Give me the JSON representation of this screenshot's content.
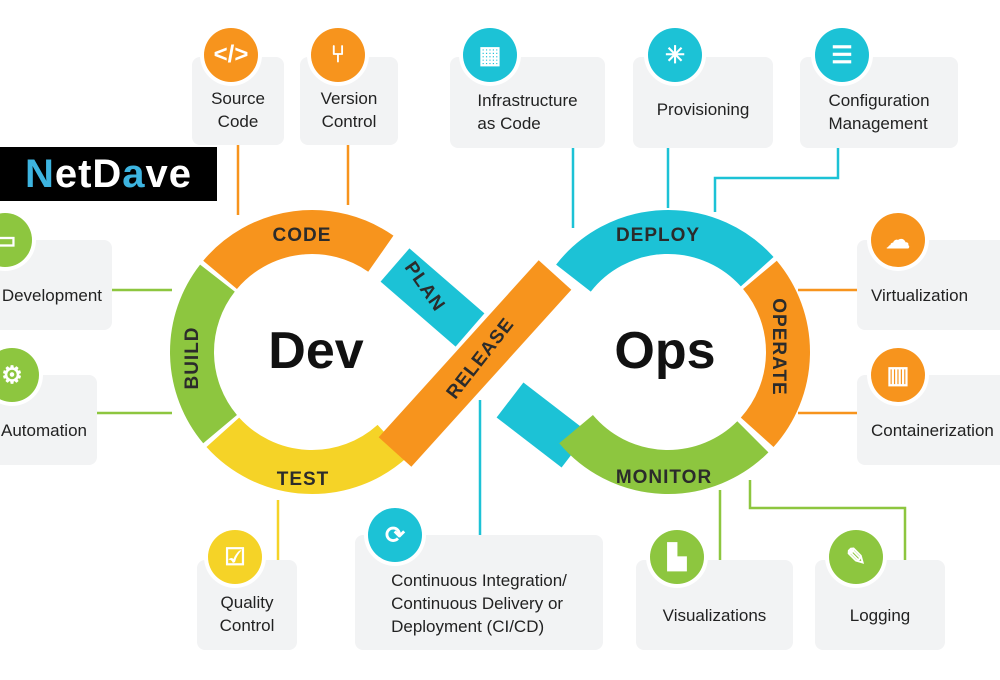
{
  "logo": {
    "text": "NetDave",
    "prefix": "N",
    "middle": "etD",
    "tv": "a",
    "suffix": "ve"
  },
  "center": {
    "dev": "Dev",
    "ops": "Ops"
  },
  "stages": {
    "code": "CODE",
    "build": "BUILD",
    "test": "TEST",
    "plan": "PLAN",
    "release": "RELEASE",
    "deploy": "DEPLOY",
    "operate": "OPERATE",
    "monitor": "MONITOR"
  },
  "colors": {
    "orange": "#f7941d",
    "green": "#8dc63f",
    "yellow": "#f5d327",
    "teal": "#1cc2d6",
    "box": "#f2f3f4"
  },
  "boxes": {
    "source_code": {
      "label1": "Source",
      "label2": "Code",
      "icon": "code-brackets-icon"
    },
    "version_control": {
      "label1": "Version",
      "label2": "Control",
      "icon": "git-branch-icon"
    },
    "iac": {
      "label1": "Infrastructure",
      "label2": "as Code",
      "icon": "blocks-icon"
    },
    "provisioning": {
      "label1": "Provisioning",
      "icon": "network-icon"
    },
    "config": {
      "label1": "Configuration",
      "label2": "Management",
      "icon": "sliders-icon"
    },
    "development": {
      "label1": "Development",
      "icon": "monitor-code-icon"
    },
    "automation": {
      "label1": "Automation",
      "icon": "gear-icon"
    },
    "virtualization": {
      "label1": "Virtualization",
      "icon": "cloud-icon"
    },
    "containerization": {
      "label1": "Containerization",
      "icon": "container-icon"
    },
    "quality": {
      "label1": "Quality",
      "label2": "Control",
      "icon": "checklist-icon"
    },
    "cicd": {
      "label1": "Continuous Integration/",
      "label2": "Continuous Delivery or",
      "label3": "Deployment (CI/CD)",
      "icon": "refresh-icon"
    },
    "visualizations": {
      "label1": "Visualizations",
      "icon": "bar-chart-icon"
    },
    "logging": {
      "label1": "Logging",
      "icon": "log-edit-icon"
    }
  }
}
